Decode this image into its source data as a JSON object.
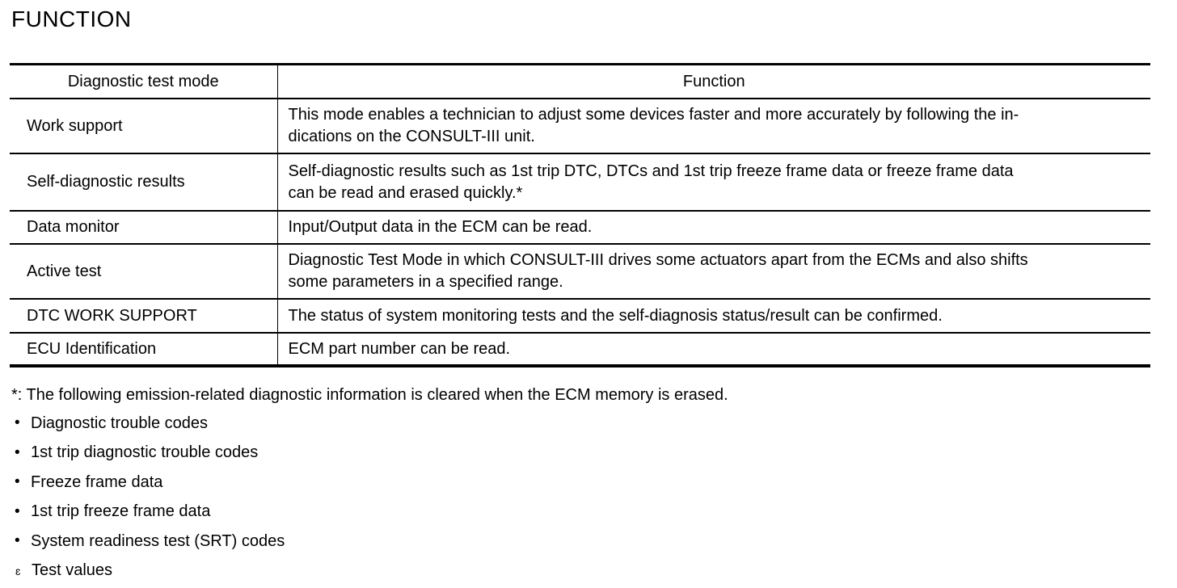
{
  "page": {
    "title": "FUNCTION"
  },
  "table": {
    "headers": [
      "Diagnostic test mode",
      "Function"
    ],
    "rows": [
      {
        "mode": "Work support",
        "function_lines": [
          "This mode enables a technician to adjust some devices faster and more accurately by following the in-",
          "dications on the CONSULT-III unit."
        ]
      },
      {
        "mode": "Self-diagnostic results",
        "function_lines": [
          "Self-diagnostic results such as 1st trip DTC, DTCs and 1st trip freeze frame data or freeze frame data",
          "can be read and erased quickly.*"
        ]
      },
      {
        "mode": "Data monitor",
        "function_lines": [
          "Input/Output data in the ECM can be read."
        ]
      },
      {
        "mode": "Active test",
        "function_lines": [
          "Diagnostic Test Mode in which CONSULT-III drives some actuators apart from the ECMs and also shifts",
          "some parameters in a specified range."
        ]
      },
      {
        "mode": "DTC WORK SUPPORT",
        "function_lines": [
          "The status of system monitoring tests and the self-diagnosis status/result can be confirmed."
        ]
      },
      {
        "mode": "ECU Identification",
        "function_lines": [
          "ECM part number can be read."
        ]
      }
    ]
  },
  "footnote": "*: The following emission-related diagnostic information is cleared when the ECM memory is erased.",
  "bullet_items": [
    {
      "bullet": "•",
      "text": "Diagnostic trouble codes"
    },
    {
      "bullet": "•",
      "text": "1st trip diagnostic trouble codes"
    },
    {
      "bullet": "•",
      "text": "Freeze frame data"
    },
    {
      "bullet": "•",
      "text": "1st trip freeze frame data"
    },
    {
      "bullet": "•",
      "text": "System readiness test (SRT) codes"
    },
    {
      "bullet": "ɛ",
      "text": "Test values"
    }
  ],
  "colors": {
    "text": "#000000",
    "background": "#ffffff",
    "border": "#000000"
  }
}
